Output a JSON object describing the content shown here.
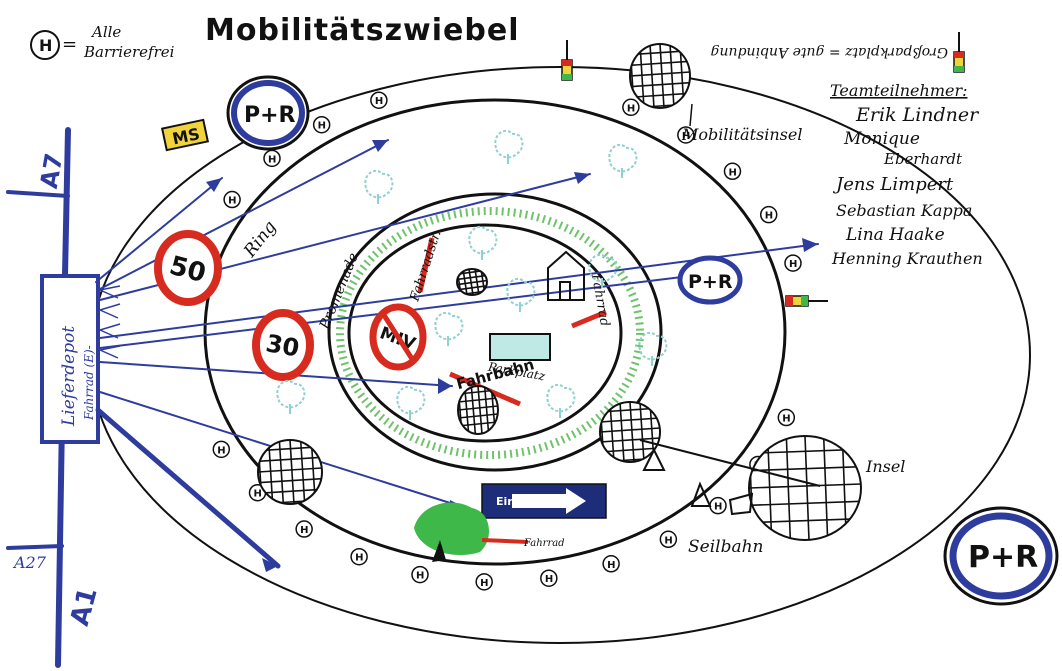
{
  "title": "Mobilitätszwiebel",
  "legend": {
    "symbol": "H",
    "line1": "Alle",
    "line2": "Barrierefrei"
  },
  "team": {
    "heading": "Teamteilnehmer:",
    "members": [
      "Erik Lindner",
      "Monique",
      "Eberhardt",
      "Jens Limpert",
      "Sebastian Kappa",
      "Lina Haake",
      "Henning Krauthen"
    ]
  },
  "note_mirrored": "Großparkplatz = gute Anbindung",
  "labels": {
    "ms": "MS",
    "pr_top": "P+R",
    "pr_mid": "P+R",
    "pr_big": "P+R",
    "ring": "Ring",
    "promenade": "Promenade",
    "fahrrad_left": "Fahrradstr.",
    "fahrrad_right": "Fahrrad",
    "fahrrad_bottom": "Fahrrad",
    "parkplatz": "Parkplatz",
    "mobilitaetsinsel": "Mobilitätsinsel",
    "insel": "Insel",
    "seilbahn": "Seilbahn",
    "lieferdepot_a": "Lieferdepot",
    "lieferdepot_b": "Fahrrad (E)-",
    "einbahn": "Einbahn",
    "a7": "A7",
    "a1": "A1",
    "a27": "A27",
    "speed50": "50",
    "speed30": "30",
    "miv": "MIV",
    "fahrbahn": "Fahrbahn"
  },
  "colors": {
    "ink": "#111111",
    "blue": "#2e3c9e",
    "red": "#d62b1e",
    "green_dots": "#6fc36b",
    "teal_tree": "#8fd1cf",
    "park_green": "#3fb84a",
    "ms_yellow": "#f1d33b",
    "navy": "#1d2d7a"
  }
}
